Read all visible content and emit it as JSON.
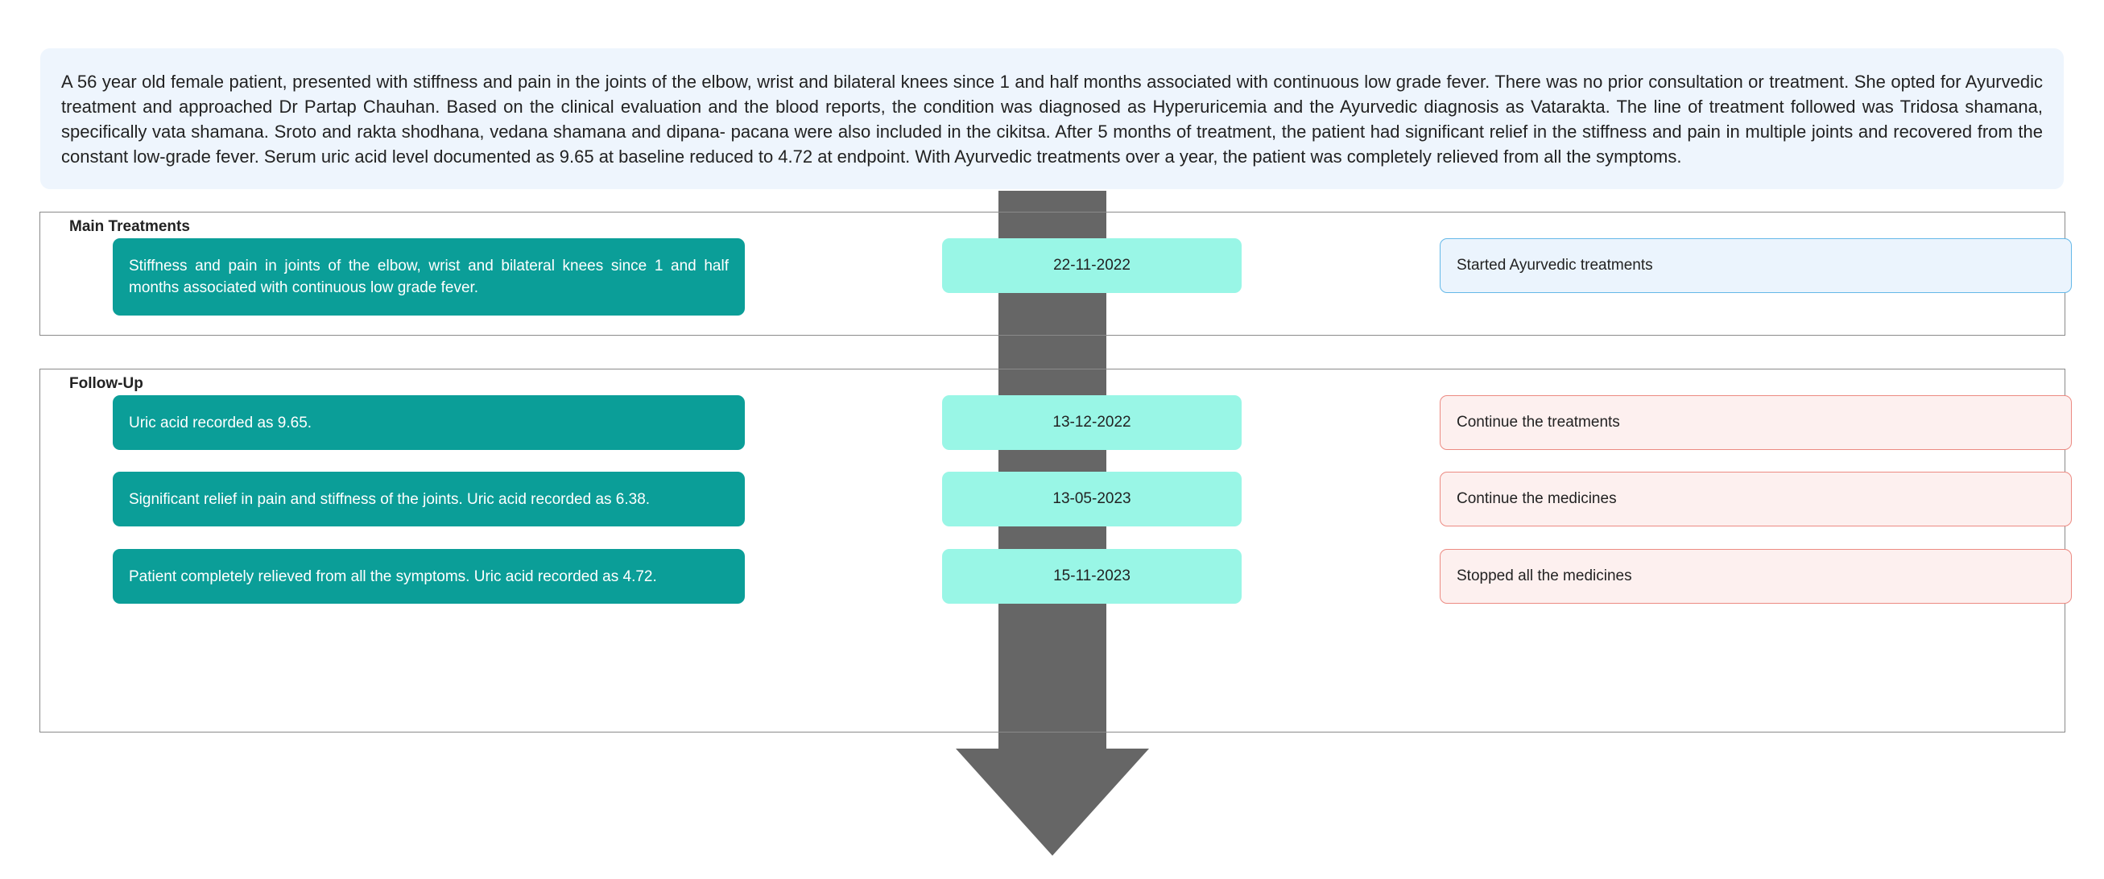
{
  "summary": "A 56 year old female patient, presented with stiffness and pain in the joints of the elbow, wrist and bilateral knees since 1 and half months associated with continuous low grade fever. There was no prior consultation or treatment. She opted for Ayurvedic treatment and approached Dr Partap Chauhan. Based on the clinical evaluation and the blood reports, the condition was diagnosed as Hyperuricemia and the Ayurvedic diagnosis as Vatarakta. The line of treatment followed was Tridosa shamana, specifically vata shamana. Sroto and rakta shodhana, vedana shamana and dipana- pacana were also included in the cikitsa. After 5 months of treatment, the patient had significant relief in the stiffness and pain in multiple joints and recovered from the constant low-grade fever. Serum uric acid level documented as 9.65 at baseline reduced to 4.72 at endpoint. With Ayurvedic treatments over a year, the patient was completely relieved from all the symptoms.",
  "colors": {
    "event": "#0b9e98",
    "date": "#99f6e6",
    "arrow": "#666666",
    "main_action_bg": "#ebf4fd",
    "main_action_border": "#64b8e8",
    "followup_action_bg": "#fdf0ef",
    "followup_action_border": "#ec8a82"
  },
  "main_treatments": {
    "title": "Main Treatments",
    "rows": [
      {
        "event": "Stiffness and pain in joints of the elbow, wrist and bilateral knees since 1 and half months associated with continuous low grade fever.",
        "date": "22-11-2022",
        "action": "Started Ayurvedic treatments"
      }
    ]
  },
  "follow_up": {
    "title": "Follow-Up",
    "rows": [
      {
        "event": "Uric acid recorded as 9.65.",
        "date": "13-12-2022",
        "action": "Continue the treatments"
      },
      {
        "event": "Significant relief in pain and stiffness of the joints. Uric acid recorded as 6.38.",
        "date": "13-05-2023",
        "action": "Continue the medicines"
      },
      {
        "event": "Patient completely relieved from all the symptoms. Uric acid recorded as 4.72.",
        "date": "15-11-2023",
        "action": "Stopped all the medicines"
      }
    ]
  }
}
